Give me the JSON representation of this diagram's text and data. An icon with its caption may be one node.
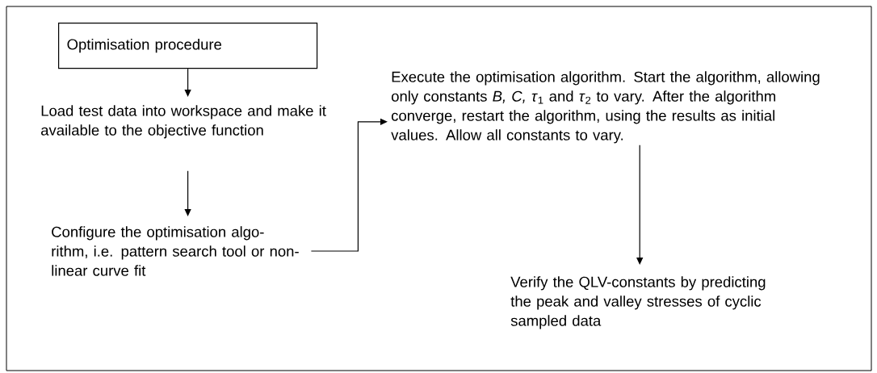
{
  "diagram": {
    "nodes": [
      {
        "text": [
          "Optimisation procedure"
        ]
      },
      {
        "text": [
          "Load test data into workspace and make it available to the objective function"
        ]
      },
      {
        "text": [
          "Configure the optimisation algo- rithm, i.e. pattern search tool or non-linear curve fit"
        ]
      },
      {
        "text": [
          "Execute the optimisation algorithm.  Start the algorithm, allowing only constants *B, C,* *τ*$_{1}$ and *τ*$_{2}$ to vary.  After the algorithm converge, restart the algorithm, using the results as initial values.  Allow all constants to vary."
        ]
      },
      {
        "text": [
          "Verify the QLV-constants by predicting the peak and valley stresses of cyclic sampled data"
        ]
      }
    ],
    "edges": [
      {
        "from": 0,
        "to": 1,
        "arrow": "to"
      },
      {
        "from": 1,
        "to": 2,
        "arrow": "to"
      },
      {
        "from": 2,
        "to": 3,
        "arrow": "to"
      },
      {
        "from": 3,
        "to": 4,
        "arrow": "to"
      }
    ]
  }
}
